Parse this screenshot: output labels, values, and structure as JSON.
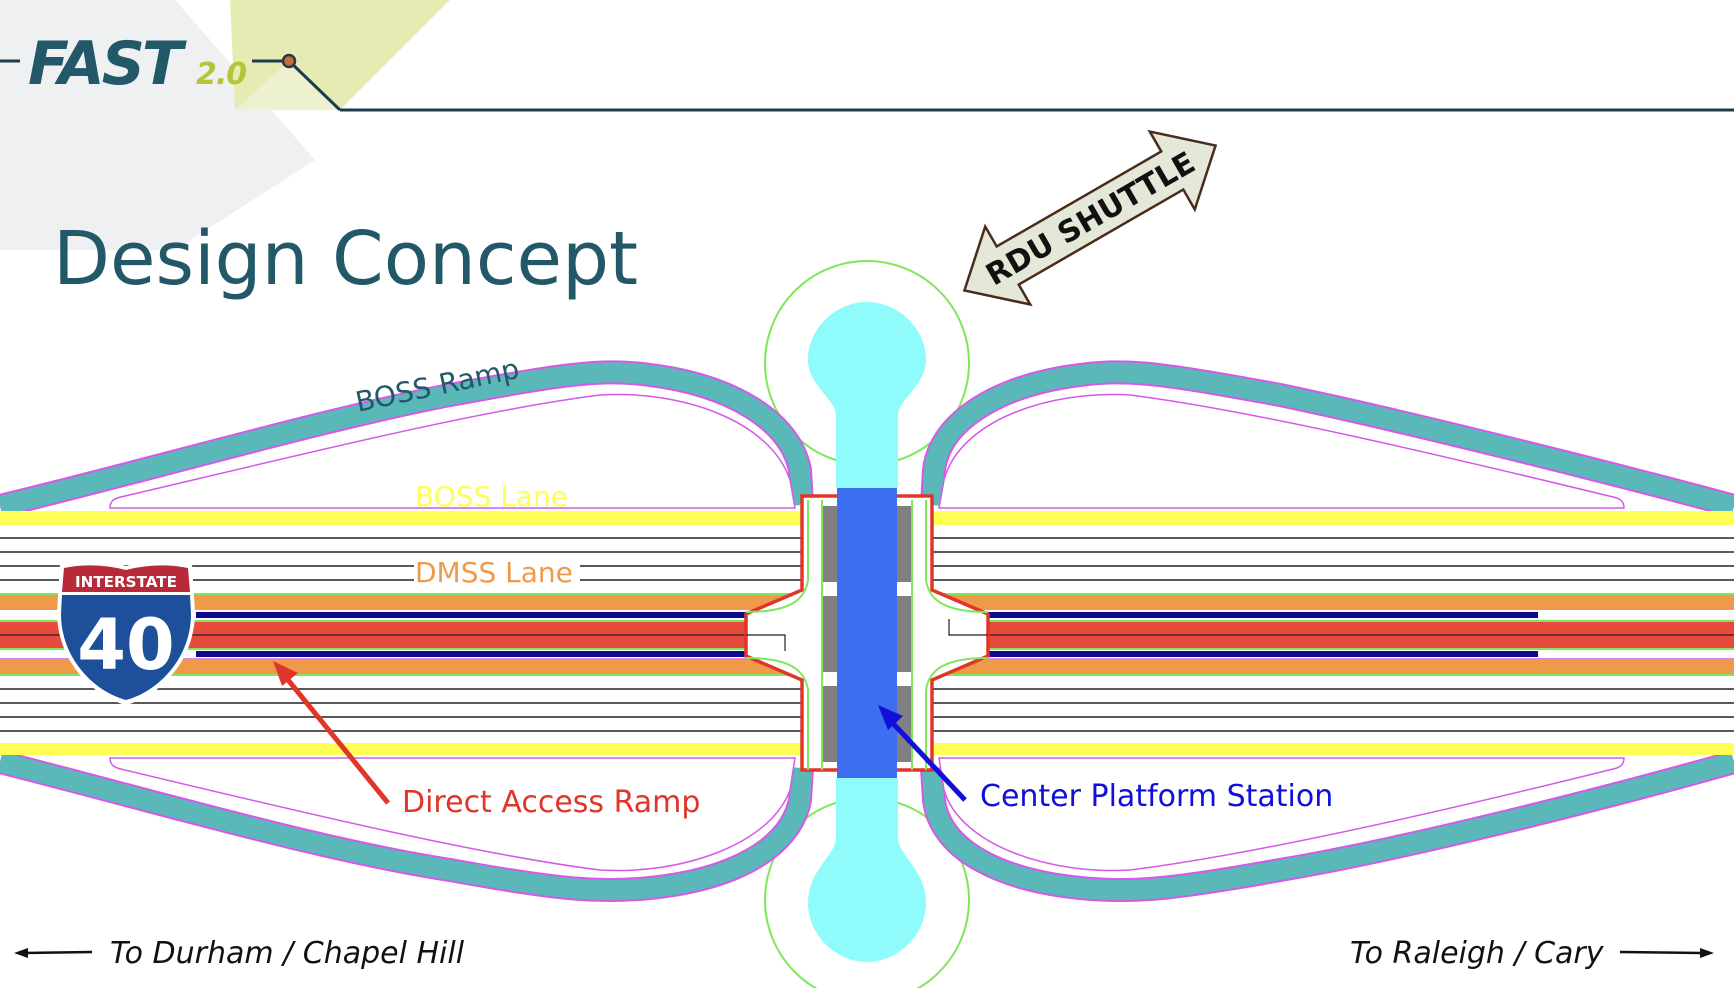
{
  "slide": {
    "title": "Design Concept",
    "logo": {
      "main": "FAST",
      "version": "2.0"
    }
  },
  "colors": {
    "brand_teal": "#235868",
    "logo_green": "#b7c43a",
    "logo_dot": "#cf6a3a",
    "ramp_teal": "#5bb8b8",
    "ramp_edge": "#d35ae8",
    "boss_lane": "#ffff55",
    "dmss_lane": "#ef9a4a",
    "express_lane": "#e84a3e",
    "barrier_navy": "#0a0a8a",
    "station_blue": "#3d6ef0",
    "bulb_cyan": "#8ffbfb",
    "loop_green": "#7fe85a",
    "platform_gray": "#808080",
    "frame_red": "#e03528",
    "shuttle_fill": "#e3e8d9",
    "shuttle_stroke": "#4a2c1c",
    "label_red": "#e03528",
    "label_blue": "#1010d8"
  },
  "labels": {
    "boss_ramp": "BOSS Ramp",
    "boss_lane": "BOSS Lane",
    "dmss_lane": "DMSS Lane",
    "direct_access_ramp": "Direct Access Ramp",
    "center_platform_station": "Center Platform Station",
    "rdu_shuttle": "RDU SHUTTLE",
    "to_west": "To Durham / Chapel Hill",
    "to_east": "To Raleigh / Cary"
  },
  "shield": {
    "top_text": "INTERSTATE",
    "number": "40"
  }
}
